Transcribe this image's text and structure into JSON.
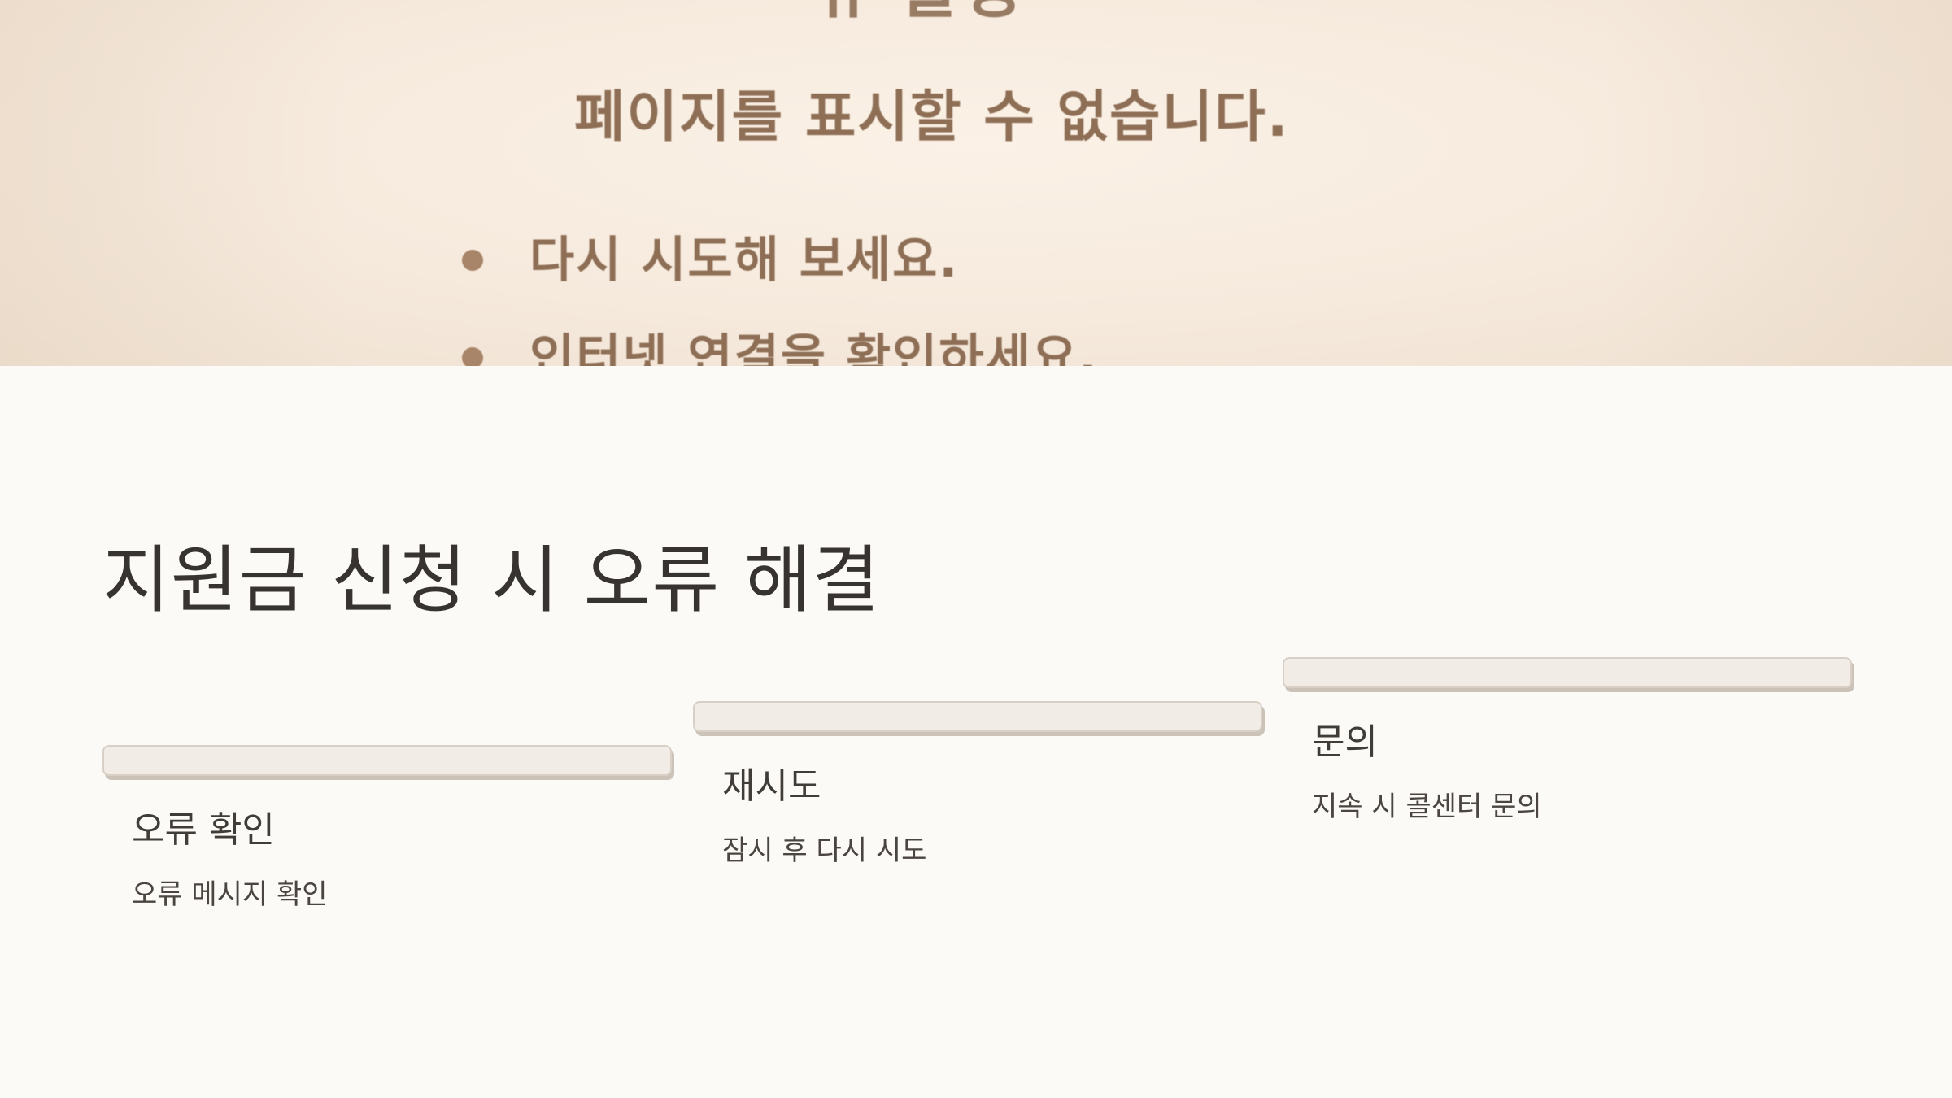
{
  "hero": {
    "heading_partial": "류 발생",
    "subtitle": "페이지를 표시할 수 없습니다.",
    "bullets": [
      "다시 시도해 보세요.",
      "인터넷 연결을 확인하세요."
    ]
  },
  "title": "지원금 신청 시 오류 해결",
  "steps": [
    {
      "label": "오류 확인",
      "description": "오류 메시지 확인"
    },
    {
      "label": "재시도",
      "description": "잠시 후 다시 시도"
    },
    {
      "label": "문의",
      "description": "지속 시 콜센터 문의"
    }
  ],
  "colors": {
    "background": "#fcfaf6",
    "hero_text": "#8e6f56",
    "bar_fill": "#f1ede6",
    "bar_shadow": "#ccc3b8",
    "title_text": "#363330"
  }
}
